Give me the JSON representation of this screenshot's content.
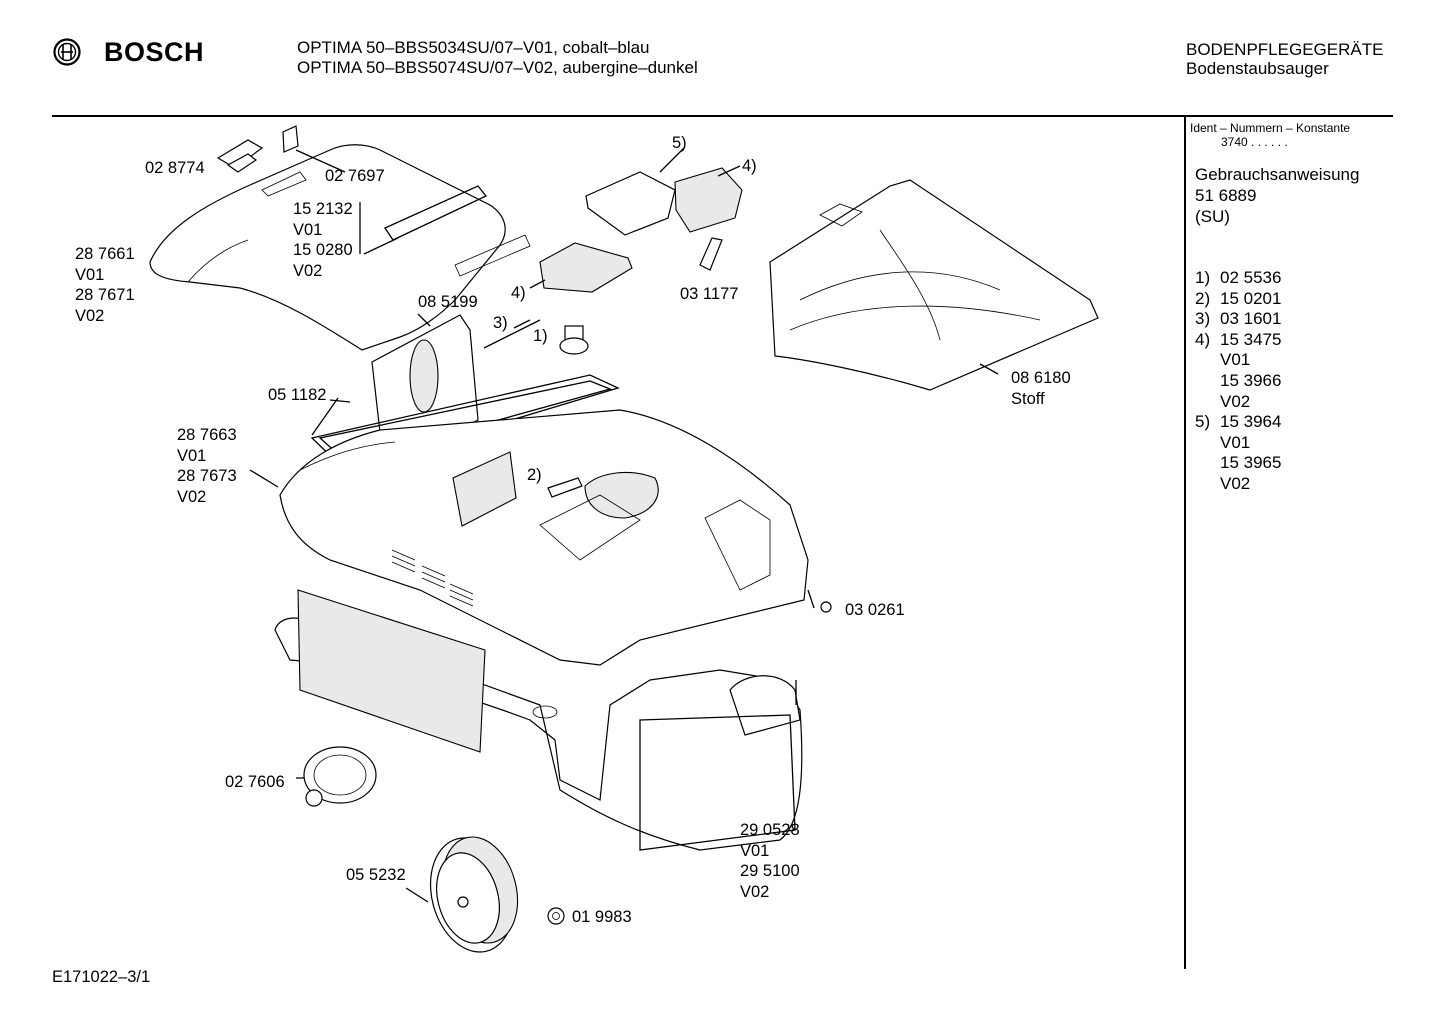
{
  "header": {
    "brand": "BOSCH",
    "model_line_1": "OPTIMA 50–BBS5034SU/07–V01, cobalt–blau",
    "model_line_2": "OPTIMA 50–BBS5074SU/07–V02, aubergine–dunkel",
    "category": "BODENPFLEGEGERÄTE",
    "subcategory": "Bodenstaubsauger"
  },
  "sidebar": {
    "ident_title": "Ident – Nummern – Konstante",
    "ident_value": "3740  . .    . . . .",
    "manual_label": "Gebrauchsanweisung",
    "manual_number": "51 6889",
    "manual_variant": "(SU)",
    "footnotes": [
      {
        "key": "1)",
        "value": "02 5536"
      },
      {
        "key": "2)",
        "value": "15 0201"
      },
      {
        "key": "3)",
        "value": "03 1601"
      },
      {
        "key": "4)",
        "value": "15 3475"
      },
      {
        "key": "",
        "value": "V01"
      },
      {
        "key": "",
        "value": "15 3966"
      },
      {
        "key": "",
        "value": "V02"
      },
      {
        "key": "5)",
        "value": "15 3964"
      },
      {
        "key": "",
        "value": "V01"
      },
      {
        "key": "",
        "value": "15 3965"
      },
      {
        "key": "",
        "value": "V02"
      }
    ]
  },
  "callouts": {
    "c028774": "02 8774",
    "c027697": "02 7697",
    "c152132": [
      "15 2132",
      "V01",
      "15 0280",
      "V02"
    ],
    "c287661": [
      "28 7661",
      "V01",
      "28 7671",
      "V02"
    ],
    "c085199": "08 5199",
    "c5": "5)",
    "c4a": "4)",
    "c4b": "4)",
    "c3": "3)",
    "c1": "1)",
    "c2": "2)",
    "c031177": "03 1177",
    "c086180": [
      "08 6180",
      "Stoff"
    ],
    "c051182": "05 1182",
    "c287663": [
      "28 7663",
      "V01",
      "28 7673",
      "V02"
    ],
    "c030261": "03 0261",
    "c027606": "02 7606",
    "c290528": [
      "29 0528",
      "V01",
      "29 5100",
      "V02"
    ],
    "c055232": "05 5232",
    "c019983": "01 9983"
  },
  "footer": {
    "doc_id": "E171022–3/1"
  }
}
